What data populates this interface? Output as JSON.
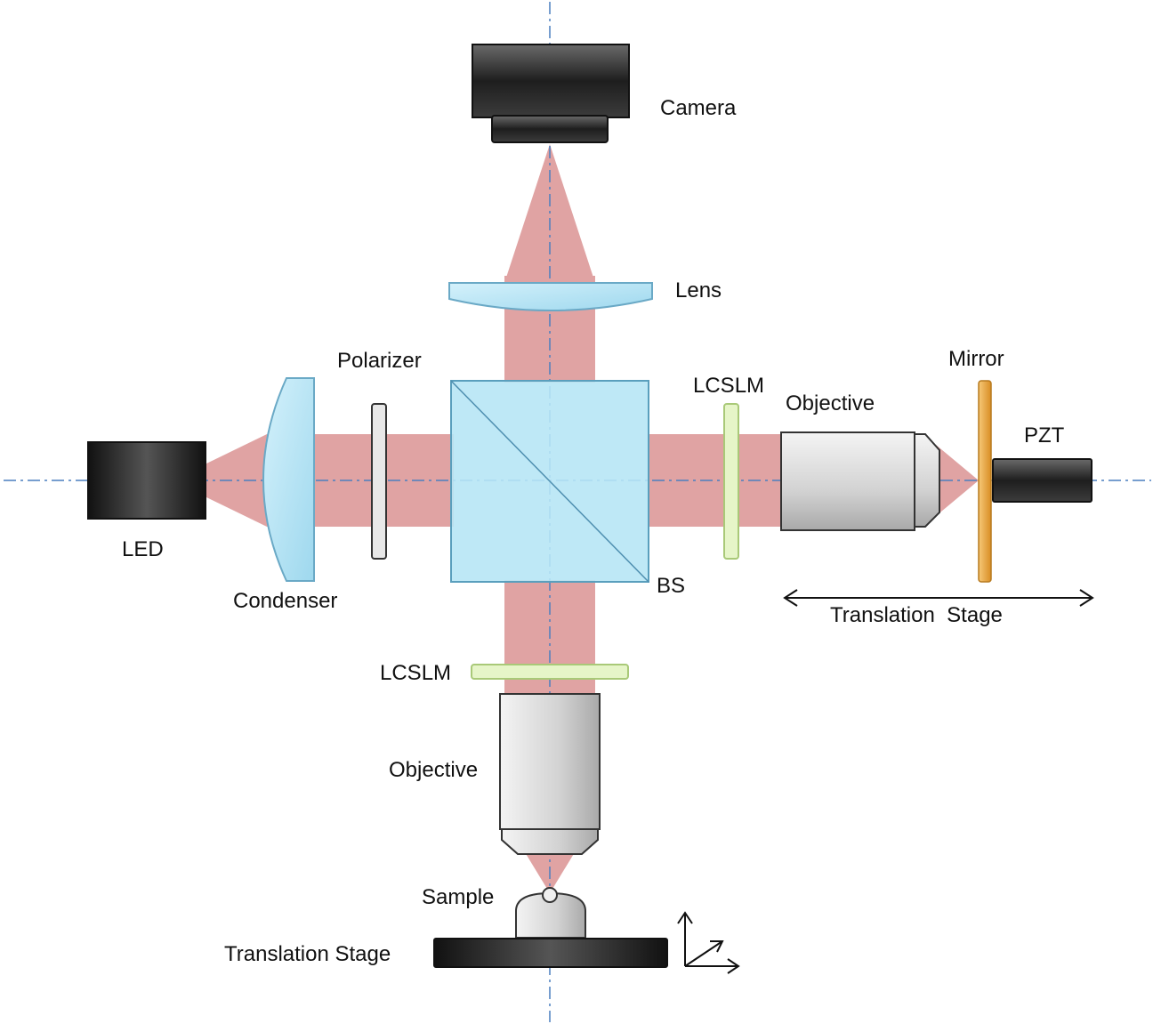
{
  "labels": {
    "camera": "Camera",
    "lens": "Lens",
    "polarizer": "Polarizer",
    "lcslm_right": "LCSLM",
    "objective_right": "Objective",
    "mirror": "Mirror",
    "pzt": "PZT",
    "led": "LED",
    "condenser": "Condenser",
    "bs": "BS",
    "translation_stage_right": "Translation  Stage",
    "lcslm_bottom": "LCSLM",
    "objective_bottom": "Objective",
    "sample": "Sample",
    "translation_stage_bottom": "Translation Stage"
  },
  "colors": {
    "beam": "#e0a3a3",
    "optic_blue": "#b7e6f5",
    "slm_green": "#e6f5c8",
    "mirror_gold": "#e8a84a",
    "device_dark": "#2b2b2b",
    "objective_gray": "#d9d9d9",
    "axis_line": "#4a7fbf"
  }
}
